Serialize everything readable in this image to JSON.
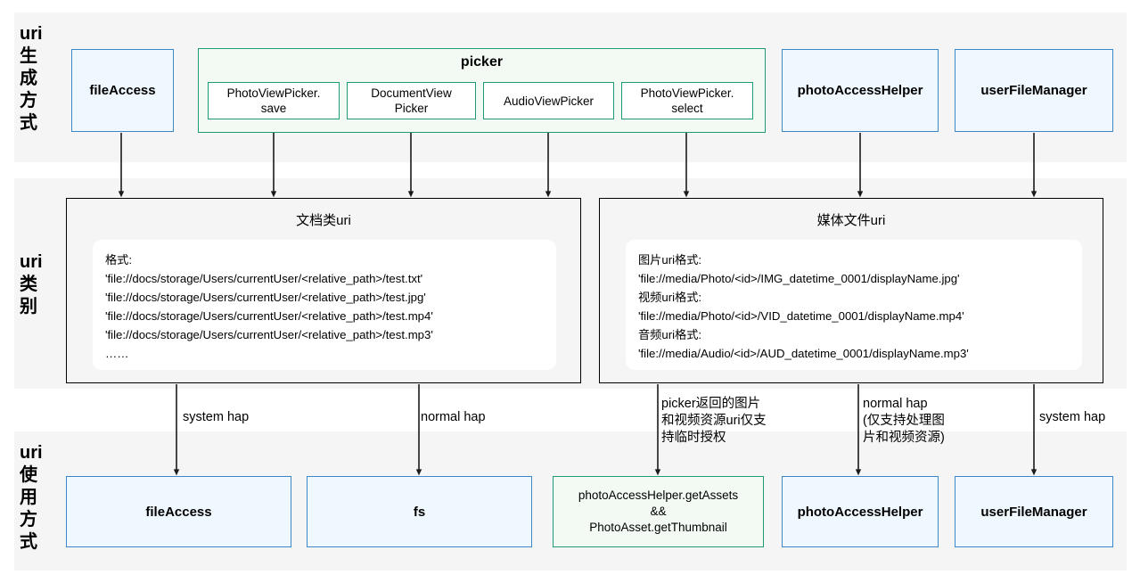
{
  "rows": [
    {
      "label": "uri\n生\n成\n方\n式"
    },
    {
      "label": "uri\n类\n别"
    },
    {
      "label": "uri\n使\n用\n方\n式"
    }
  ],
  "generation": {
    "fileaccess": "fileAccess",
    "picker_title": "picker",
    "picker_items": [
      "PhotoViewPicker.\nsave",
      "DocumentView\nPicker",
      "AudioViewPicker",
      "PhotoViewPicker.\nselect"
    ],
    "photo_access_helper": "photoAccessHelper",
    "user_file_manager": "userFileManager"
  },
  "category": {
    "document": {
      "title": "文档类uri",
      "body": "格式:\n'file://docs/storage/Users/currentUser/<relative_path>/test.txt'\n'file://docs/storage/Users/currentUser/<relative_path>/test.jpg'\n'file://docs/storage/Users/currentUser/<relative_path>/test.mp4'\n'file://docs/storage/Users/currentUser/<relative_path>/test.mp3'\n……"
    },
    "media": {
      "title": "媒体文件uri",
      "body": "图片uri格式:\n'file://media/Photo/<id>/IMG_datetime_0001/displayName.jpg'\n视频uri格式:\n'file://media/Photo/<id>/VID_datetime_0001/displayName.mp4'\n音频uri格式:\n'file://media/Audio/<id>/AUD_datetime_0001/displayName.mp3'"
    }
  },
  "usage": {
    "fileaccess": "fileAccess",
    "fs": "fs",
    "get_assets": "photoAccessHelper.getAssets\n&&\nPhotoAsset.getThumbnail",
    "photo_access_helper": "photoAccessHelper",
    "user_file_manager": "userFileManager"
  },
  "edge_labels": [
    "system hap",
    "normal hap",
    "picker返回的图片\n和视频资源uri仅支\n持临时授权",
    "normal hap\n(仅支持处理图\n片和视频资源)",
    "system hap"
  ],
  "colors": {
    "band_bg": "#f5f5f5",
    "blue_border": "#3b87c8",
    "blue_fill": "#eff8fe",
    "green_border": "#1f9a77",
    "green_fill": "#f3faf4",
    "black_border": "#000000",
    "white": "#ffffff"
  }
}
